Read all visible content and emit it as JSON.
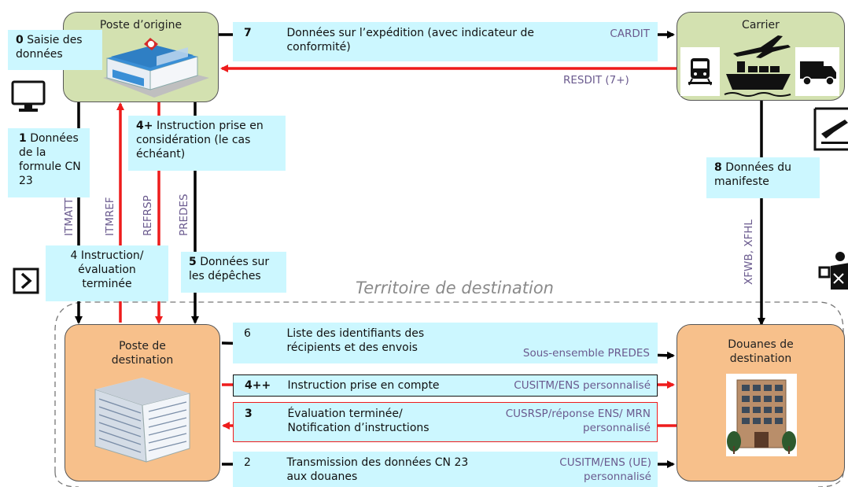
{
  "nodes": {
    "origin": "Poste d’origine",
    "carrier": "Carrier",
    "dest_post": "Poste de destination",
    "dest_customs": "Douanes de destination"
  },
  "steps": {
    "s0": {
      "num": "0",
      "text": "Saisie des données"
    },
    "s1": {
      "num": "1",
      "text": "Données de la formule CN 23"
    },
    "s4plus": {
      "num": "4+",
      "text": "Instruction prise en considération (le cas échéant)"
    },
    "s4": {
      "num": "4",
      "text": "Instruction/ évaluation terminée"
    },
    "s5": {
      "num": "5",
      "text": "Données sur les dépêches"
    },
    "s7": {
      "num": "7",
      "text": "Données sur l’expédition (avec indicateur de conformité)",
      "code": "CARDIT"
    },
    "s8": {
      "num": "8",
      "text": "Données du manifeste"
    },
    "s6": {
      "num": "6",
      "text": "Liste des identifiants des récipients et des envois",
      "code": "Sous-ensemble PREDES"
    },
    "s4pp": {
      "num": "4++",
      "text": "Instruction prise en compte",
      "code": "CUSITM/ENS personnalisé"
    },
    "s3": {
      "num": "3",
      "text": "Évaluation terminée/ Notification d’instructions",
      "code": "CUSRSP/réponse ENS/ MRN personnalisé"
    },
    "s2": {
      "num": "2",
      "text": "Transmission des données CN 23 aux douanes",
      "code": "CUSITM/ENS (UE) personnalisé"
    }
  },
  "messages": {
    "resdit": "RESDIT (7+)",
    "itmatt": "ITMATT",
    "itmref": "ITMREF",
    "refrsp": "REFRSP",
    "predes": "PREDES",
    "xfwb": "XFWB, XFHL"
  },
  "territory": "Territoire de destination",
  "colors": {
    "black_arrow": "#000000",
    "red_arrow": "#ee1c1c",
    "callout_fill": "#ccf7ff",
    "origin_fill": "#d3e1b0",
    "destination_fill": "#f7c08b",
    "message_text": "#6a5a8e"
  },
  "icons": [
    "computer-icon",
    "chevron-right-icon",
    "flight-departure-icon",
    "customs-officer-icon",
    "post-office-building-icon",
    "office-building-icon",
    "train-icon",
    "airplane-icon",
    "ship-icon",
    "truck-icon"
  ]
}
